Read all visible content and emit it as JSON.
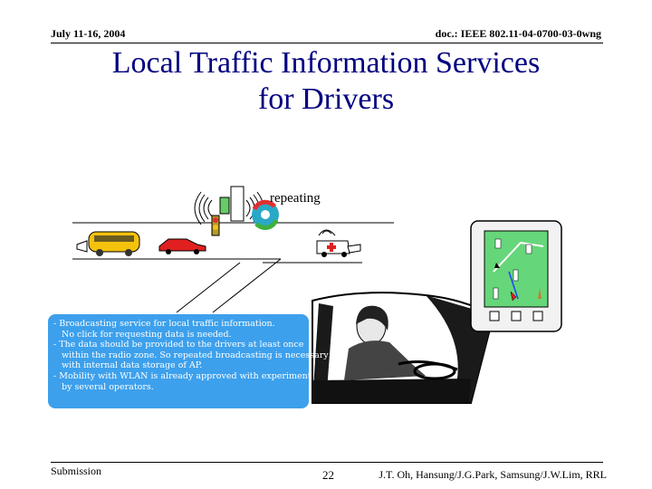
{
  "header": {
    "date": "July 11-16, 2004",
    "doc_id": "doc.: IEEE 802.11-04-0700-03-0wng"
  },
  "title": {
    "line1": "Local Traffic Information Services",
    "line2": "for Drivers"
  },
  "diagram": {
    "repeat_label": "repeating"
  },
  "info_box": {
    "lines": [
      "- Broadcasting service for local traffic information.",
      "No click for requesting data is needed.",
      "- The data should be provided to the drivers at least once",
      "within the radio zone. So repeated broadcasting is necessary",
      "with internal data storage of AP.",
      "- Mobility with WLAN is already approved with experiment",
      "by several operators."
    ]
  },
  "footer": {
    "submission": "Submission",
    "page": "22",
    "authors": "J.T. Oh, Hansung/J.G.Park, Samsung/J.W.Lim, RRL"
  },
  "colors": {
    "title": "#000080",
    "info_box_bg": "#3da0ec",
    "device_body": "#f2f2f2",
    "device_screen": "#66d67a",
    "bus": "#f4c20d",
    "car": "#e02020"
  }
}
